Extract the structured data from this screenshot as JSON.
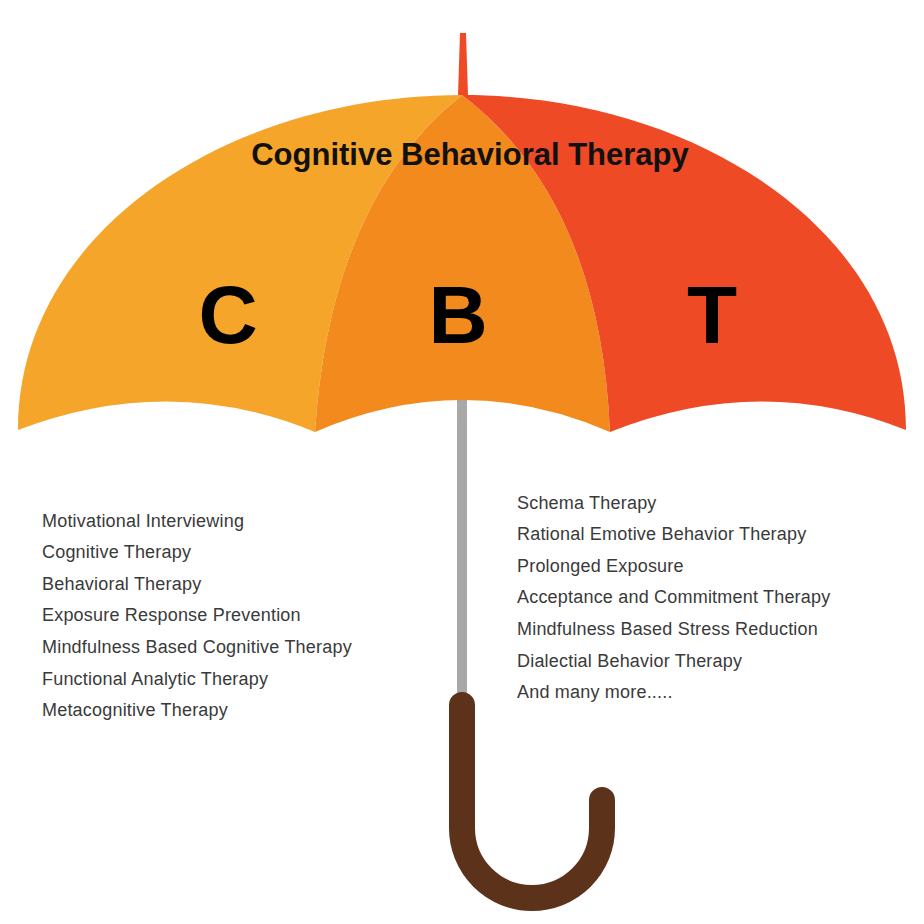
{
  "diagram": {
    "title": "Cognitive Behavioral Therapy",
    "labels": [
      "C",
      "B",
      "T",
      "Motivational Interviewing",
      "Cognitive Therapy",
      "Behavioral Therapy",
      "Exposure Response Prevention",
      "Mindfulness Based Cognitive Therapy",
      "Functional Analytic Therapy",
      "Metacognitive Therapy",
      "Schema Therapy",
      "Rational Emotive Behavior Therapy",
      "Prolonged Exposure",
      "Acceptance and Commitment Therapy",
      "Mindfulness Based Stress Reduction",
      "Dialectial Behavior Therapy",
      "And many more....."
    ]
  }
}
